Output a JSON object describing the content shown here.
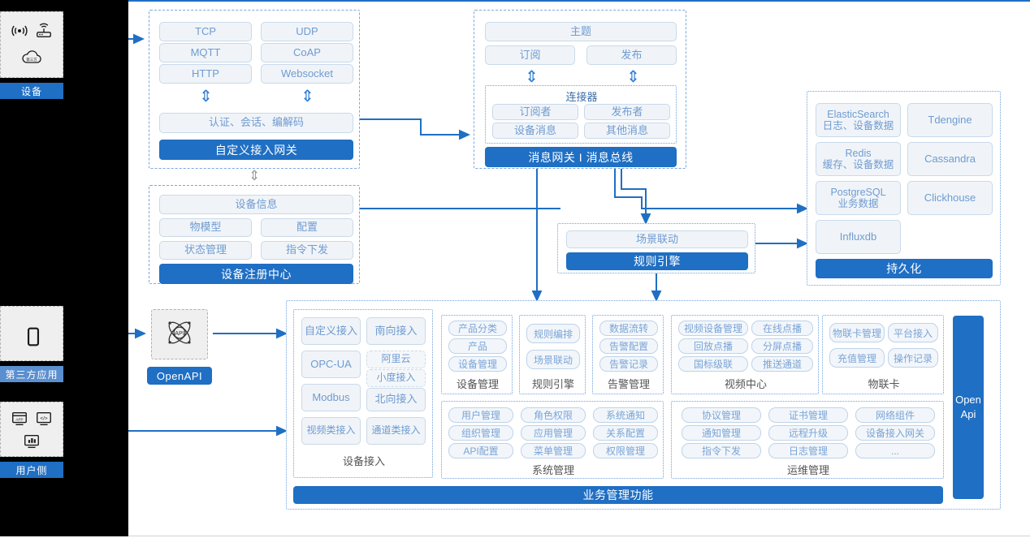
{
  "rail": {
    "groups": [
      {
        "label": "设备",
        "label_style": "solid",
        "icons": [
          "signal-wave-icon",
          "router-icon",
          "cloud-icon"
        ]
      },
      {
        "label": "第三方应用",
        "label_style": "alt",
        "icons": [
          "mobile-phone-icon"
        ]
      },
      {
        "label": "用户侧",
        "label_style": "solid",
        "icons": [
          "app-window-icon",
          "code-window-icon",
          "dashboard-chart-icon"
        ]
      }
    ]
  },
  "access_gateway": {
    "protocols": [
      "TCP",
      "UDP",
      "MQTT",
      "CoAP",
      "HTTP",
      "Websocket"
    ],
    "middle": "认证、会话、编解码",
    "banner": "自定义接入网关"
  },
  "message_bus": {
    "topic": "主题",
    "subscribe": "订阅",
    "publish": "发布",
    "connector_title": "连接器",
    "connector_items": [
      "订阅者",
      "发布者",
      "设备消息",
      "其他消息"
    ],
    "banner": "消息网关 I 消息总线"
  },
  "device_registry": {
    "info": "设备信息",
    "items": [
      "物模型",
      "配置",
      "状态管理",
      "指令下发"
    ],
    "banner": "设备注册中心"
  },
  "rule_engine": {
    "scene": "场景联动",
    "banner": "规则引擎"
  },
  "persistence": {
    "stores": [
      {
        "name": "ElasticSearch",
        "sub": "日志、设备数据"
      },
      {
        "name": "Tdengine",
        "sub": ""
      },
      {
        "name": "Redis",
        "sub": "缓存、设备数据"
      },
      {
        "name": "Cassandra",
        "sub": ""
      },
      {
        "name": "PostgreSQL",
        "sub": "业务数据"
      },
      {
        "name": "Clickhouse",
        "sub": ""
      },
      {
        "name": "Influxdb",
        "sub": ""
      }
    ],
    "banner": "持久化"
  },
  "openapi": {
    "icon": "api-atom-icon",
    "label": "OpenAPI"
  },
  "open_api_bar": {
    "line1": "Open",
    "line2": "Api"
  },
  "business": {
    "banner": "业务管理功能",
    "device_access": {
      "title": "设备接入",
      "left": [
        "自定义接入",
        "OPC-UA",
        "Modbus",
        "视频类接入"
      ],
      "right_top": "南向接入",
      "right_dashed": [
        "阿里云",
        "小度接入"
      ],
      "right_north": "北向接入",
      "right_bottom": "通道类接入"
    },
    "columns": [
      {
        "title": "设备管理",
        "items": [
          "产品分类",
          "产品",
          "设备管理"
        ]
      },
      {
        "title": "规则引擎",
        "items": [
          "规则编排",
          "场景联动"
        ]
      },
      {
        "title": "告警管理",
        "items": [
          "数据流转",
          "告警配置",
          "告警记录"
        ]
      },
      {
        "title": "视频中心",
        "items": [
          "视频设备管理",
          "在线点播",
          "回放点播",
          "分屏点播",
          "国标级联",
          "推送通道"
        ]
      },
      {
        "title": "物联卡",
        "items": [
          "物联卡管理",
          "平台接入",
          "充值管理",
          "操作记录"
        ]
      }
    ],
    "row2": [
      {
        "title": "系统管理",
        "items": [
          "用户管理",
          "角色权限",
          "系统通知",
          "组织管理",
          "应用管理",
          "关系配置",
          "API配置",
          "菜单管理",
          "权限管理"
        ]
      },
      {
        "title": "运维管理",
        "items": [
          "协议管理",
          "证书管理",
          "网络组件",
          "通知管理",
          "远程升级",
          "设备接入网关",
          "指令下发",
          "日志管理",
          "..."
        ]
      }
    ]
  },
  "colors": {
    "brand_blue": "#1f6fc4",
    "chip_text": "#6f9bd1",
    "chip_bg": "#f0f4f8",
    "dash_border": "#7aa8de",
    "rail_bg": "#000000"
  }
}
